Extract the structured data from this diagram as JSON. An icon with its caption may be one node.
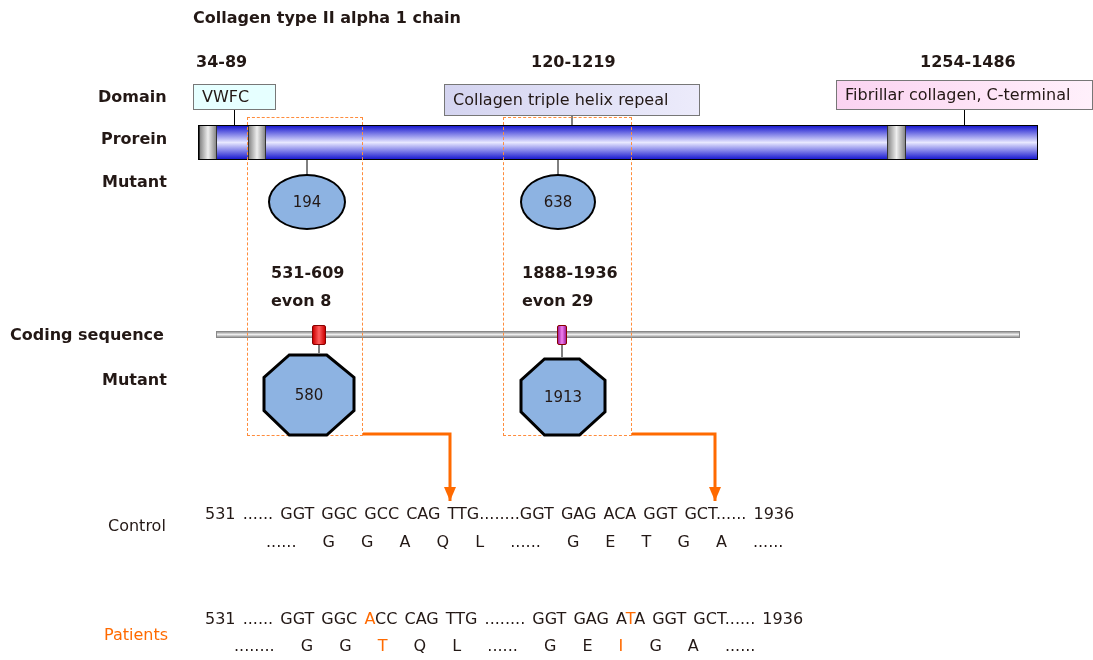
{
  "diagram": {
    "title": "Collagen type II alpha 1 chain",
    "nodes": [
      {
        "text": [
          "VWFC"
        ],
        "beside": [
          "34-89"
        ]
      },
      {
        "text": [
          "Collagen triple helix repeal"
        ],
        "beside": [
          "120-1219"
        ]
      },
      {
        "text": [
          "Fibrillar collagen, C-terminal"
        ],
        "beside": [
          "1254-1486"
        ]
      },
      {
        "text": [],
        "shape": "bar"
      },
      {
        "text": [
          "531-609 evon 8"
        ]
      },
      {
        "text": [
          "194"
        ],
        "in": 4
      },
      {
        "text": [],
        "shape": "box",
        "in": 4
      },
      {
        "text": [
          "580"
        ],
        "in": 4
      },
      {
        "text": [
          "1888-1936 evon 29"
        ]
      },
      {
        "text": [
          "638"
        ],
        "in": 8
      },
      {
        "text": [],
        "shape": "box",
        "in": 8
      },
      {
        "text": [
          "1913"
        ],
        "in": 8
      },
      {
        "text": [],
        "shape": "bar"
      },
      {
        "text": [
          "531 ...... GGT GGC GCC CAG TTG........GGT GAG ACA GGT GCT...... 1936"
        ]
      }
    ],
    "edges": [
      {
        "from": 0,
        "to": 3,
        "arrow": "none"
      },
      {
        "from": 1,
        "to": 3,
        "arrow": "none"
      },
      {
        "from": 2,
        "to": 3,
        "arrow": "none"
      },
      {
        "from": 3,
        "to": 5,
        "arrow": "none"
      },
      {
        "from": 3,
        "to": 9,
        "arrow": "none"
      },
      {
        "from": 6,
        "to": 7,
        "arrow": "none"
      },
      {
        "from": 10,
        "to": 11,
        "arrow": "none"
      },
      {
        "from": 4,
        "to": 13,
        "arrow": "to",
        "style": "thick",
        "color": "#ff6a00"
      },
      {
        "from": 8,
        "to": 13,
        "arrow": "to",
        "style": "thick",
        "color": "#ff6a00"
      }
    ],
    "labels": [
      "Domain",
      "Prorein",
      "Mutant",
      "Coding sequence",
      "Mutant",
      "Control",
      "...... G G A Q L ...... G E T G A ......",
      "Patients",
      "531 ...... GGT GGC ACC CAG TTG ........ GGT GAG ATA GGT GCT...... 1936",
      "........ G G T Q L ...... G E I G A ......"
    ]
  }
}
